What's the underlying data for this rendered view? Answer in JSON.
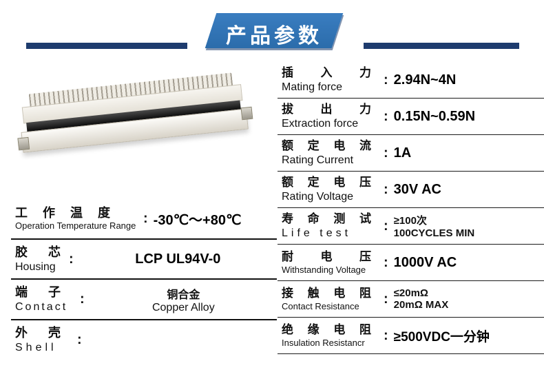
{
  "colors": {
    "banner_blue": "#2e74b5",
    "navy": "#1e3c6e",
    "divider": "#1a1a1a"
  },
  "header": {
    "title": "产品参数"
  },
  "punct": {
    "colon": ":"
  },
  "right_specs": [
    {
      "cn": "插入力",
      "en": "Mating force",
      "value": "2.94N~4N"
    },
    {
      "cn": "拔出力",
      "en": "Extraction force",
      "value": "0.15N~0.59N"
    },
    {
      "cn": "额定电流",
      "en": "Rating Current",
      "value": "1A"
    },
    {
      "cn": "额定电压",
      "en": "Rating Voltage",
      "value": "30V AC"
    },
    {
      "cn": "寿命测试",
      "en": "Life test",
      "value_top": "≥100次",
      "value_bottom": "100CYCLES MIN"
    },
    {
      "cn": "耐电压",
      "en": "Withstanding Voltage",
      "value": "1000V AC"
    },
    {
      "cn": "接触电阻",
      "en": "Contact Resistance",
      "value_top": "≤20mΩ",
      "value_bottom": "20mΩ MAX"
    },
    {
      "cn": "绝缘电阻",
      "en": "Insulation Resistancr",
      "value": "≥500VDC一分钟"
    }
  ],
  "left_specs": [
    {
      "cn": "工作温度",
      "en": "Operation Temperature Range",
      "value": "-30℃～+80℃"
    },
    {
      "cn": "胶芯",
      "en": "Housing",
      "value": "LCP UL94V-0"
    },
    {
      "cn": "端子",
      "en": "Contact",
      "value_top": "铜合金",
      "value_bottom": "Copper Alloy"
    },
    {
      "cn": "外壳",
      "en": "Shell",
      "value": ""
    }
  ]
}
